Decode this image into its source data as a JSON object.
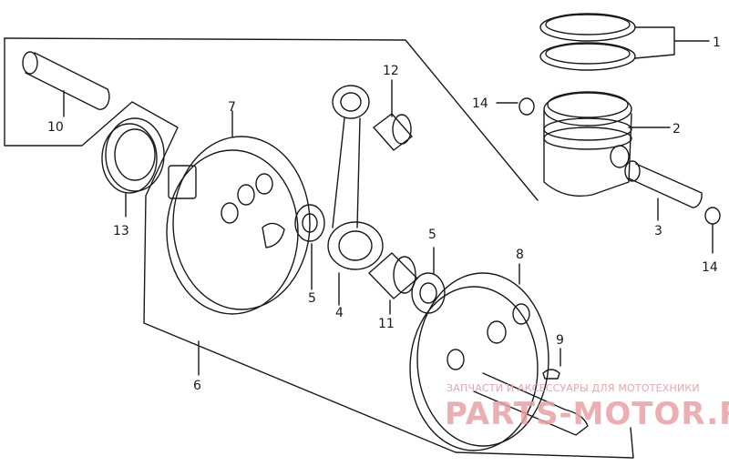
{
  "diagram": {
    "labels": {
      "piston_rings": "1",
      "piston": "2",
      "piston_pin": "3",
      "connecting_rod": "4",
      "washer_left": "5",
      "washer_right": "5",
      "crankshaft_assembly": "6",
      "flywheel_left": "7",
      "flywheel_right": "8",
      "woodruff_key": "9",
      "crank_pin": "10",
      "needle_bearing_lower": "11",
      "needle_bearing_upper": "12",
      "oil_seal": "13",
      "clip_left": "14",
      "clip_right": "14"
    }
  },
  "watermark": {
    "line1": "ЗАПЧАСТИ И АКСЕССУАРЫ ДЛЯ МОТОТЕХНИКИ",
    "line2": "PARTS-MOTOR.RU"
  },
  "colors": {
    "ink": "#1a1a1a",
    "watermark": "#e8a0a6"
  }
}
